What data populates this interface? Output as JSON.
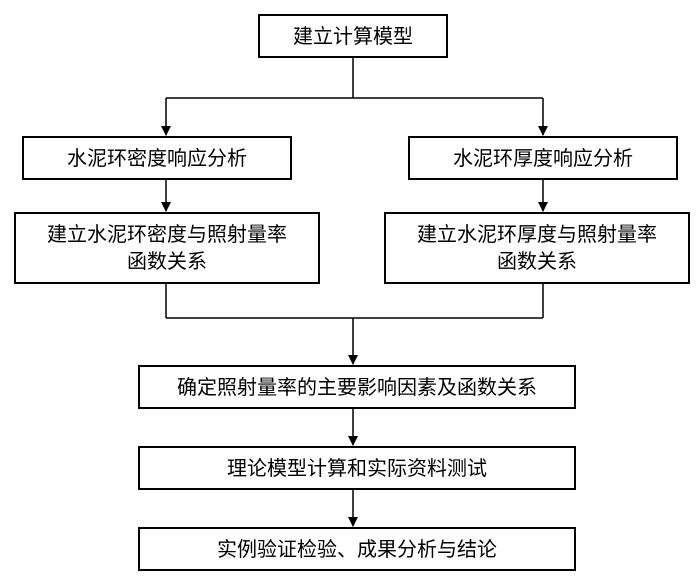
{
  "nodes": {
    "build_model": "建立计算模型",
    "density_response": "水泥环密度响应分析",
    "thickness_response": "水泥环厚度响应分析",
    "density_function": "建立水泥环密度与照射量率\n函数关系",
    "thickness_function": "建立水泥环厚度与照射量率\n函数关系",
    "main_factors": "确定照射量率的主要影响因素及函数关系",
    "theory_calc": "理论模型计算和实际资料测试",
    "verification": "实例验证检验、成果分析与结论"
  }
}
